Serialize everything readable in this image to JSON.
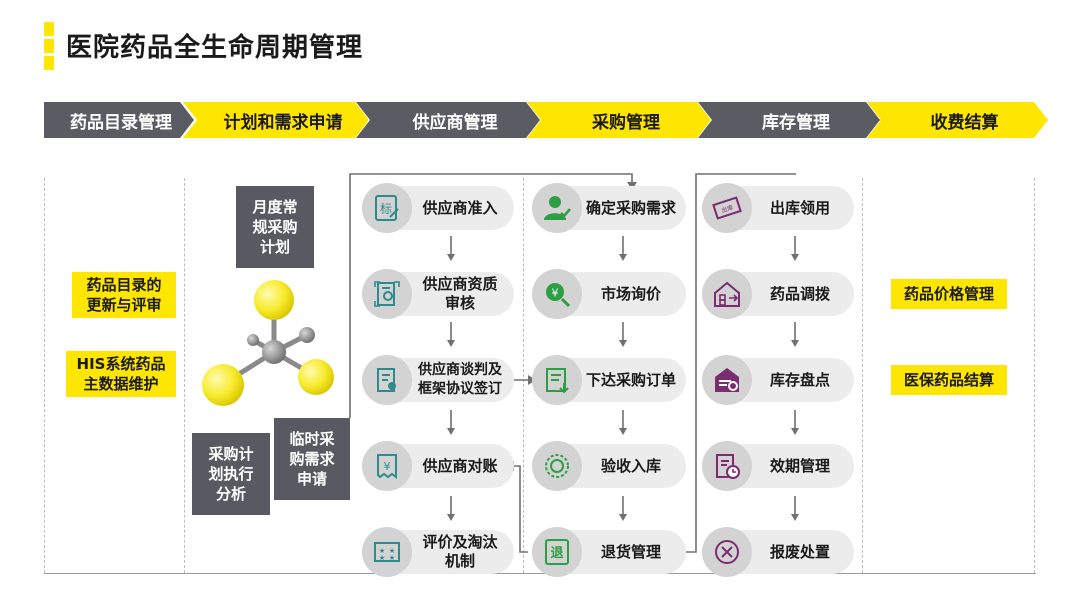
{
  "title": "医院药品全生命周期管理",
  "phases": [
    "药品目录管理",
    "计划和需求申请",
    "供应商管理",
    "采购管理",
    "库存管理",
    "收费结算"
  ],
  "catalog": {
    "items": [
      "药品目录的\n更新与评审",
      "HIS系统药品\n主数据维护"
    ]
  },
  "planning": {
    "monthly": "月度常\n规采购\n计划",
    "analysis": "采购计\n划执行\n分析",
    "temporary": "临时采\n购需求\n申请"
  },
  "supplier": {
    "steps": [
      {
        "label": "供应商准入",
        "icon": "stamp-icon"
      },
      {
        "label": "供应商资质\n审核",
        "icon": "certificate-icon"
      },
      {
        "label": "供应商谈判及\n框架协议签订",
        "icon": "contract-icon"
      },
      {
        "label": "供应商对账",
        "icon": "invoice-icon"
      },
      {
        "label": "评价及淘汰\n机制",
        "icon": "rating-icon"
      }
    ]
  },
  "purchase": {
    "steps": [
      {
        "label": "确定采购需求",
        "icon": "user-check-icon"
      },
      {
        "label": "市场询价",
        "icon": "yuan-search-icon"
      },
      {
        "label": "下达采购订单",
        "icon": "order-icon"
      },
      {
        "label": "验收入库",
        "icon": "seal-icon"
      },
      {
        "label": "退货管理",
        "icon": "return-icon"
      }
    ]
  },
  "inventory": {
    "steps": [
      {
        "label": "出库领用",
        "icon": "ticket-stamp-icon",
        "stamp_text": "出库"
      },
      {
        "label": "药品调拨",
        "icon": "warehouse-transfer-icon"
      },
      {
        "label": "库存盘点",
        "icon": "warehouse-search-icon"
      },
      {
        "label": "效期管理",
        "icon": "expiry-clock-icon"
      },
      {
        "label": "报废处置",
        "icon": "discard-icon"
      }
    ]
  },
  "stamp_char": "标",
  "return_char": "退",
  "settlement": {
    "items": [
      "药品价格管理",
      "医保药品结算"
    ]
  },
  "colors": {
    "yellow": "#FFE600",
    "dark": "#5B5B63",
    "green": "#2E9E44",
    "teal": "#2E8B8B",
    "purple": "#7A2C6E",
    "pill": "#ECECEC",
    "icon_circle": "#D3D3D3"
  }
}
